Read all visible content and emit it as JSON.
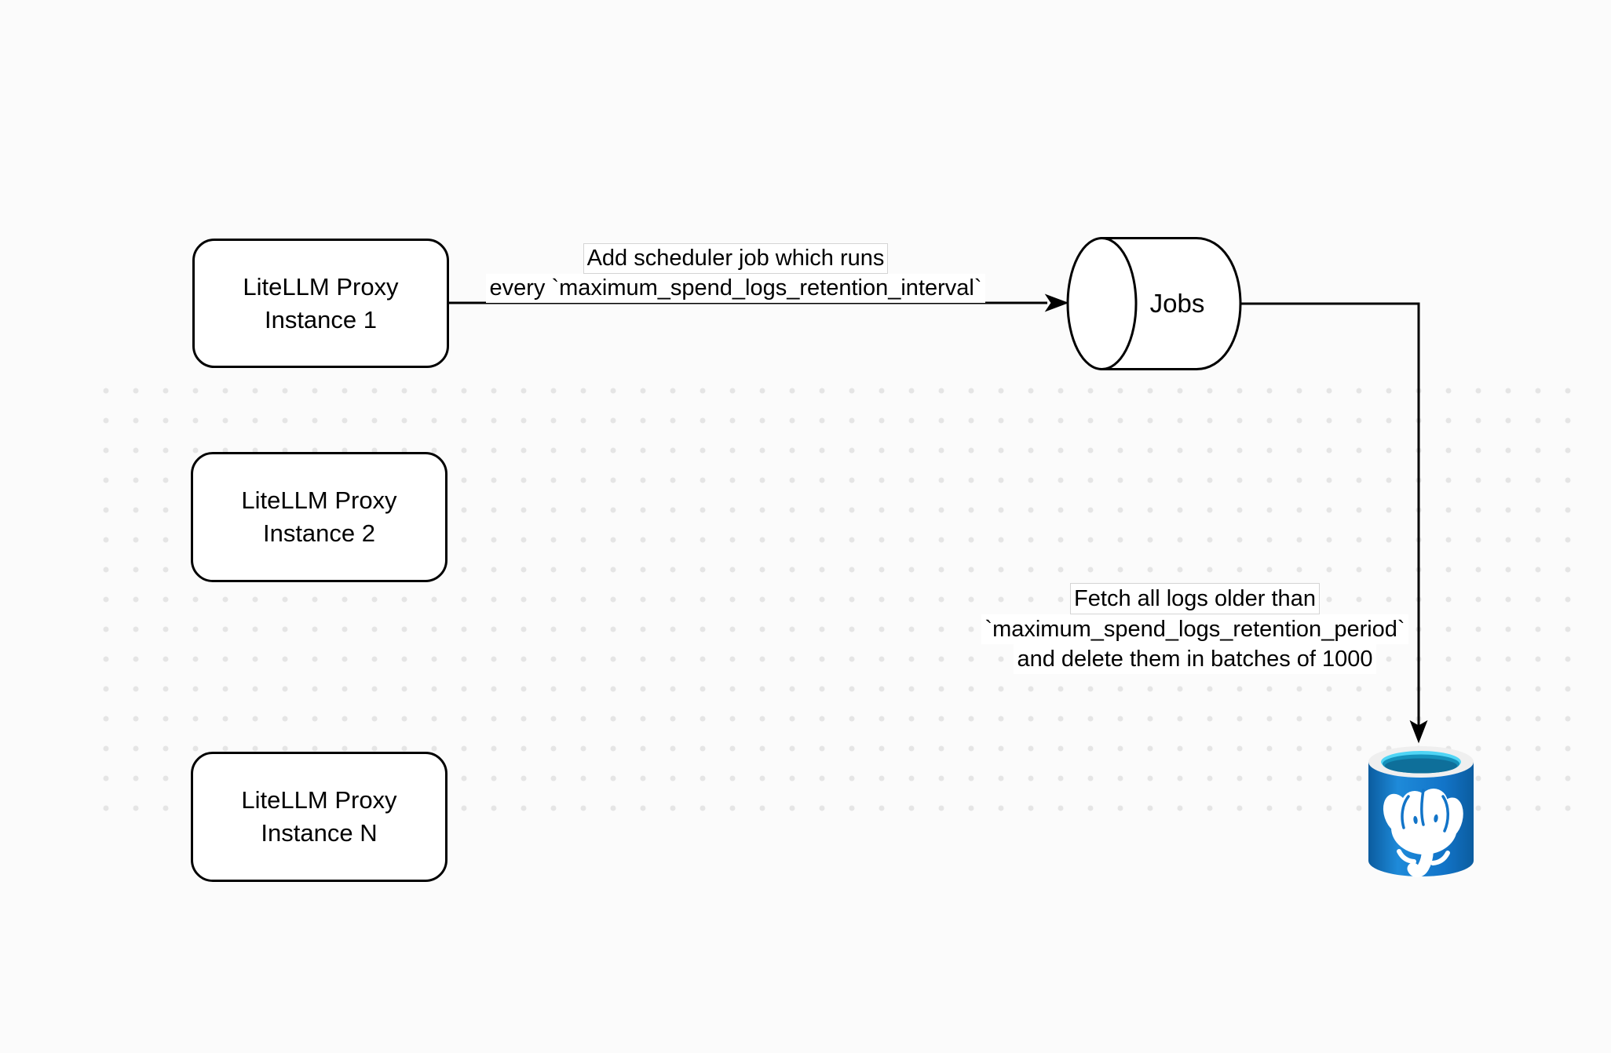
{
  "diagram": {
    "proxy_nodes": [
      {
        "line1": "LiteLLM Proxy",
        "line2": "Instance 1"
      },
      {
        "line1": "LiteLLM Proxy",
        "line2": "Instance 2"
      },
      {
        "line1": "LiteLLM Proxy",
        "line2": "Instance N"
      }
    ],
    "jobs_node": {
      "label": "Jobs"
    },
    "edge_labels": {
      "scheduler": {
        "line1": "Add scheduler job which runs",
        "line2": "every `maximum_spend_logs_retention_interval`"
      },
      "fetch": {
        "line1": "Fetch all logs older than",
        "line2": "`maximum_spend_logs_retention_period`",
        "line3": "and delete them in batches of 1000"
      }
    },
    "icons": {
      "postgres": "postgresql-database-icon"
    },
    "colors": {
      "stroke": "#000000",
      "node_fill": "#ffffff",
      "background": "#fbfbfb",
      "grid_dot": "#e5e5e5",
      "postgres_blue": "#1274c8",
      "postgres_blue_dark": "#0b5c9f",
      "postgres_blue_light": "#1e8ad9",
      "postgres_rim": "#efefef",
      "postgres_cyan": "#4fd5f5",
      "postgres_liquid_mid": "#1490ba",
      "postgres_liquid_dark": "#0e6f9a",
      "elephant_white": "#ffffff"
    }
  }
}
